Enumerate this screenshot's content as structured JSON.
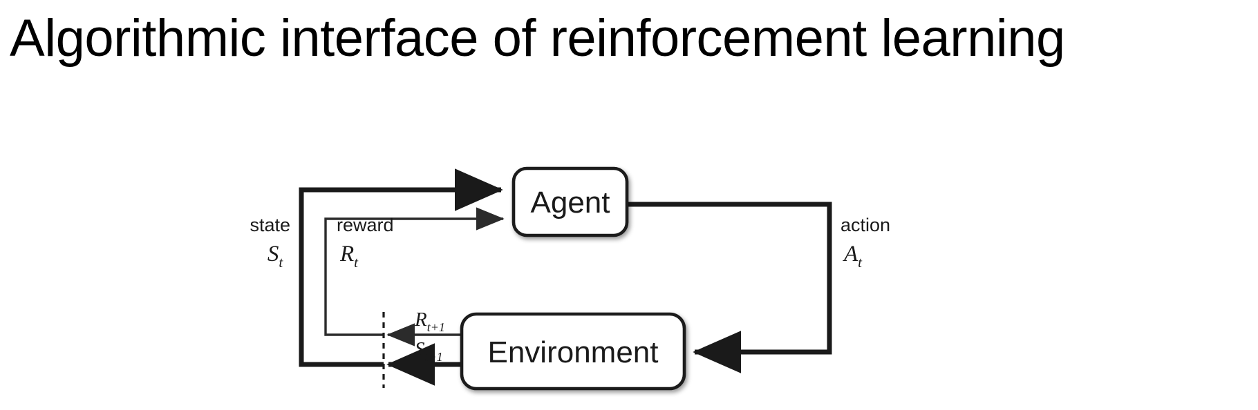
{
  "slide": {
    "title": "Algorithmic interface of reinforcement learning",
    "background_color": "#ffffff",
    "ink_color": "#1a1a1a"
  },
  "diagram": {
    "type": "agent-environment-interaction-loop",
    "nodes": [
      {
        "id": "agent",
        "label": "Agent"
      },
      {
        "id": "environment",
        "label": "Environment"
      }
    ],
    "edges": [
      {
        "id": "state-to-agent",
        "from": "environment",
        "to": "agent",
        "word": "state",
        "symbol": "S",
        "subscript": "t",
        "weight": "thick"
      },
      {
        "id": "reward-to-agent",
        "from": "environment",
        "to": "agent",
        "word": "reward",
        "symbol": "R",
        "subscript": "t",
        "weight": "thin"
      },
      {
        "id": "action-to-environment",
        "from": "agent",
        "to": "environment",
        "word": "action",
        "symbol": "A",
        "subscript": "t",
        "weight": "thick"
      },
      {
        "id": "next-reward",
        "from": "environment",
        "to": "time-boundary",
        "word": "",
        "symbol": "R",
        "subscript": "t+1",
        "weight": "thin"
      },
      {
        "id": "next-state",
        "from": "environment",
        "to": "time-boundary",
        "word": "",
        "symbol": "S",
        "subscript": "t+1",
        "weight": "thick"
      }
    ],
    "time_boundary": {
      "id": "time-step-divider",
      "style": "dashed-vertical"
    }
  }
}
